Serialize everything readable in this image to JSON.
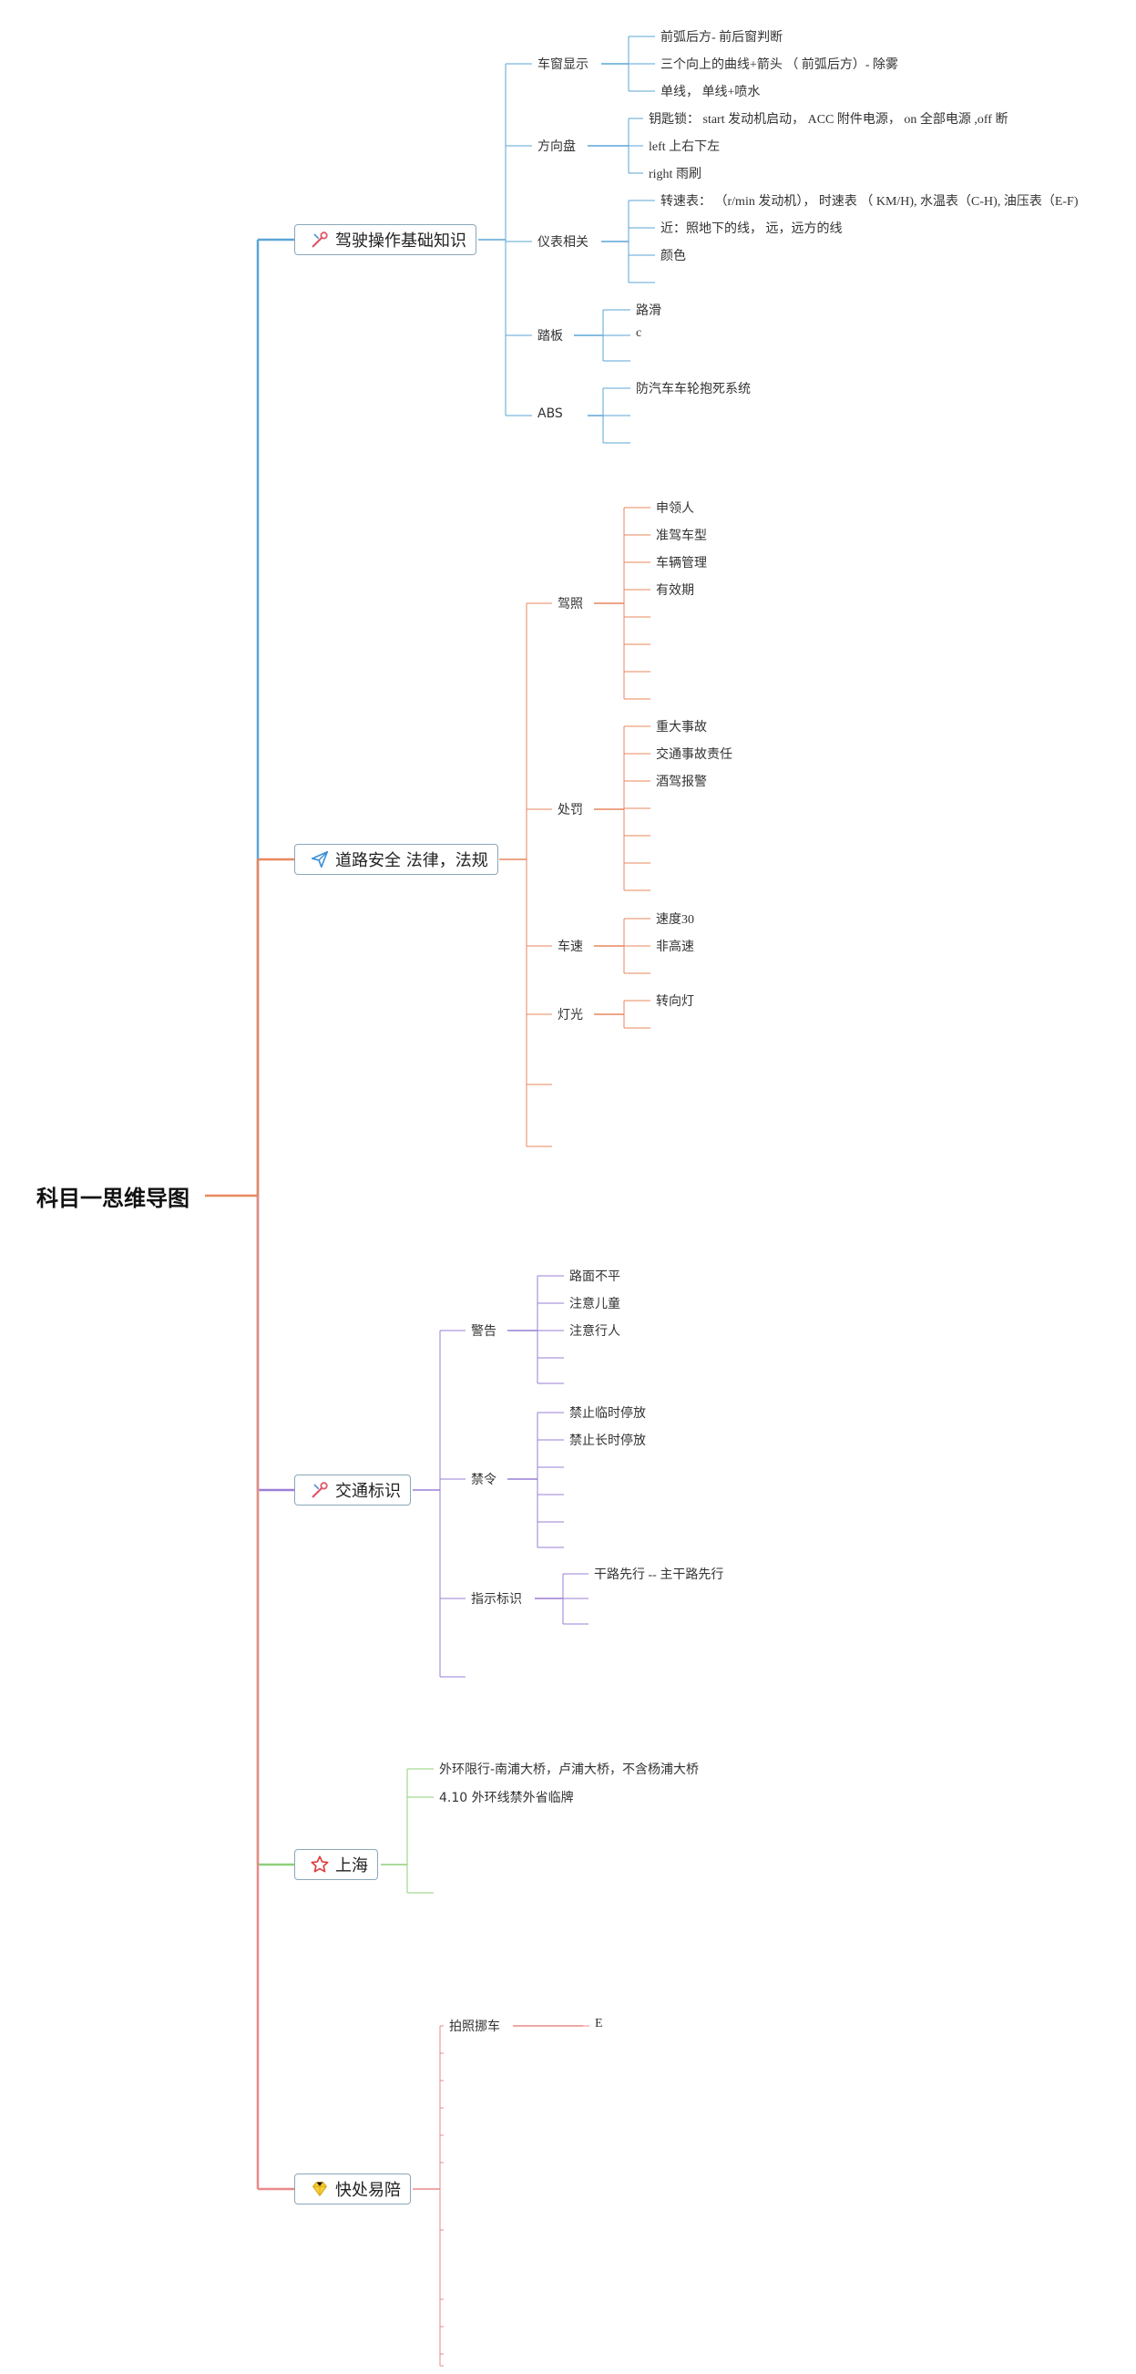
{
  "root": "科目一思维导图",
  "branches": [
    {
      "label": "驾驶操作基础知识",
      "icon": "wrench-icon",
      "color": "#5ba5d6",
      "subs": [
        {
          "label": "车窗显示",
          "leaves": [
            "前弧后方- 前后窗判断",
            "三个向上的曲线+箭头 （ 前弧后方）- 除雾",
            "单线， 单线+喷水"
          ]
        },
        {
          "label": "方向盘",
          "leaves": [
            "钥匙锁： start 发动机启动， ACC 附件电源， on 全部电源 ,off 断",
            "left 上右下左",
            "right 雨刷"
          ]
        },
        {
          "label": "仪表相关",
          "leaves": [
            "转速表： （r/min 发动机）， 时速表 （ KM/H), 水温表（C-H), 油压表（E-F)",
            "近：照地下的线， 远，远方的线",
            "颜色",
            ""
          ]
        },
        {
          "label": "踏板",
          "leaves": [
            "路滑",
            "c",
            ""
          ]
        },
        {
          "label": "ABS",
          "leaves": [
            "防汽车车轮抱死系统",
            "",
            ""
          ]
        }
      ]
    },
    {
      "label": "道路安全 法律，法规",
      "icon": "paper-plane-icon",
      "color": "#e8875e",
      "subs": [
        {
          "label": "驾照",
          "leaves": [
            "申领人",
            "准驾车型",
            "车辆管理",
            "有效期",
            "",
            "",
            "",
            ""
          ]
        },
        {
          "label": "处罚",
          "leaves": [
            "重大事故",
            "交通事故责任",
            "酒驾报警",
            "",
            "",
            "",
            ""
          ]
        },
        {
          "label": "车速",
          "leaves": [
            "速度30",
            "非高速",
            ""
          ]
        },
        {
          "label": "灯光",
          "leaves": [
            "转向灯",
            ""
          ]
        },
        {
          "label": "",
          "leaves": []
        },
        {
          "label": "",
          "leaves": []
        }
      ]
    },
    {
      "label": "交通标识",
      "icon": "wrench-icon",
      "color": "#9a7fd6",
      "subs": [
        {
          "label": "警告",
          "leaves": [
            "路面不平",
            "注意儿童",
            "注意行人",
            "",
            ""
          ]
        },
        {
          "label": "禁令",
          "leaves": [
            "禁止临时停放",
            "禁止长时停放",
            "",
            "",
            "",
            ""
          ]
        },
        {
          "label": "指示标识",
          "leaves": [
            "干路先行 -- 主干路先行",
            "",
            ""
          ]
        },
        {
          "label": "",
          "leaves": []
        }
      ]
    },
    {
      "label": "上海",
      "icon": "star-icon",
      "color": "#8fcf7a",
      "subs": [
        {
          "label": "外环限行-南浦大桥，卢浦大桥，不含杨浦大桥",
          "leaves": []
        },
        {
          "label": "4.10 外环线禁外省临牌",
          "leaves": []
        },
        {
          "label": "",
          "leaves": []
        }
      ]
    },
    {
      "label": "快处易陪",
      "icon": "diamond-icon",
      "color": "#e88a8a",
      "subs": [
        {
          "label": "拍照挪车",
          "leaves": [
            "E"
          ]
        },
        {
          "label": "",
          "leaves": []
        },
        {
          "label": "",
          "leaves": []
        },
        {
          "label": "",
          "leaves": []
        },
        {
          "label": "",
          "leaves": []
        },
        {
          "label": "",
          "leaves": []
        },
        {
          "label": "",
          "leaves": []
        },
        {
          "label": "",
          "leaves": []
        },
        {
          "label": "",
          "leaves": []
        },
        {
          "label": "",
          "leaves": []
        },
        {
          "label": "",
          "leaves": []
        }
      ]
    }
  ]
}
